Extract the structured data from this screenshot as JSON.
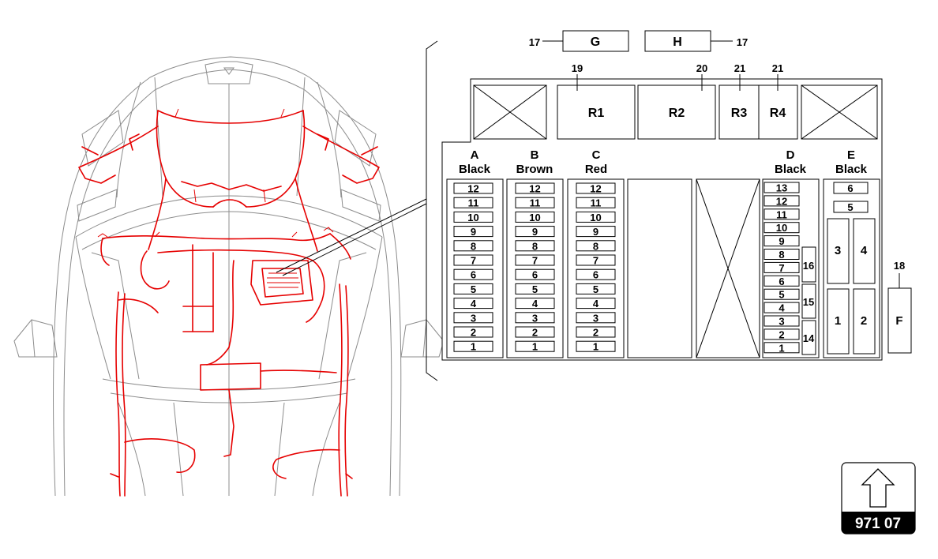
{
  "fuse_box": {
    "top_refs": [
      {
        "id": "g",
        "ref": "17",
        "label": "G"
      },
      {
        "id": "h",
        "ref": "17",
        "label": "H"
      }
    ],
    "relays": [
      {
        "id": "r1",
        "ref": "19",
        "label": "R1"
      },
      {
        "id": "r2",
        "ref": "20",
        "label": "R2"
      },
      {
        "id": "r3",
        "ref": "21",
        "label": "R3"
      },
      {
        "id": "r4",
        "ref": "21",
        "label": "R4"
      }
    ],
    "rows": [
      {
        "id": "a",
        "letter": "A",
        "color": "Black",
        "fuses": [
          "12",
          "11",
          "10",
          "9",
          "8",
          "7",
          "6",
          "5",
          "4",
          "3",
          "2",
          "1"
        ]
      },
      {
        "id": "b",
        "letter": "B",
        "color": "Brown",
        "fuses": [
          "12",
          "11",
          "10",
          "9",
          "8",
          "7",
          "6",
          "5",
          "4",
          "3",
          "2",
          "1"
        ]
      },
      {
        "id": "c",
        "letter": "C",
        "color": "Red",
        "fuses": [
          "12",
          "11",
          "10",
          "9",
          "8",
          "7",
          "6",
          "5",
          "4",
          "3",
          "2",
          "1"
        ]
      },
      {
        "id": "d",
        "letter": "D",
        "color": "Black",
        "fuses": [
          "13",
          "12",
          "11",
          "10",
          "9",
          "8",
          "7",
          "6",
          "5",
          "4",
          "3",
          "2",
          "1"
        ],
        "side": [
          "16",
          "15",
          "14"
        ]
      },
      {
        "id": "e",
        "letter": "E",
        "color": "Black",
        "small": [
          "6",
          "5"
        ],
        "large": [
          "3",
          "4",
          "1",
          "2"
        ]
      }
    ],
    "f_block": {
      "ref": "18",
      "label": "F"
    }
  },
  "badge": {
    "code": "971 07",
    "icon": "up-arrow-icon"
  }
}
